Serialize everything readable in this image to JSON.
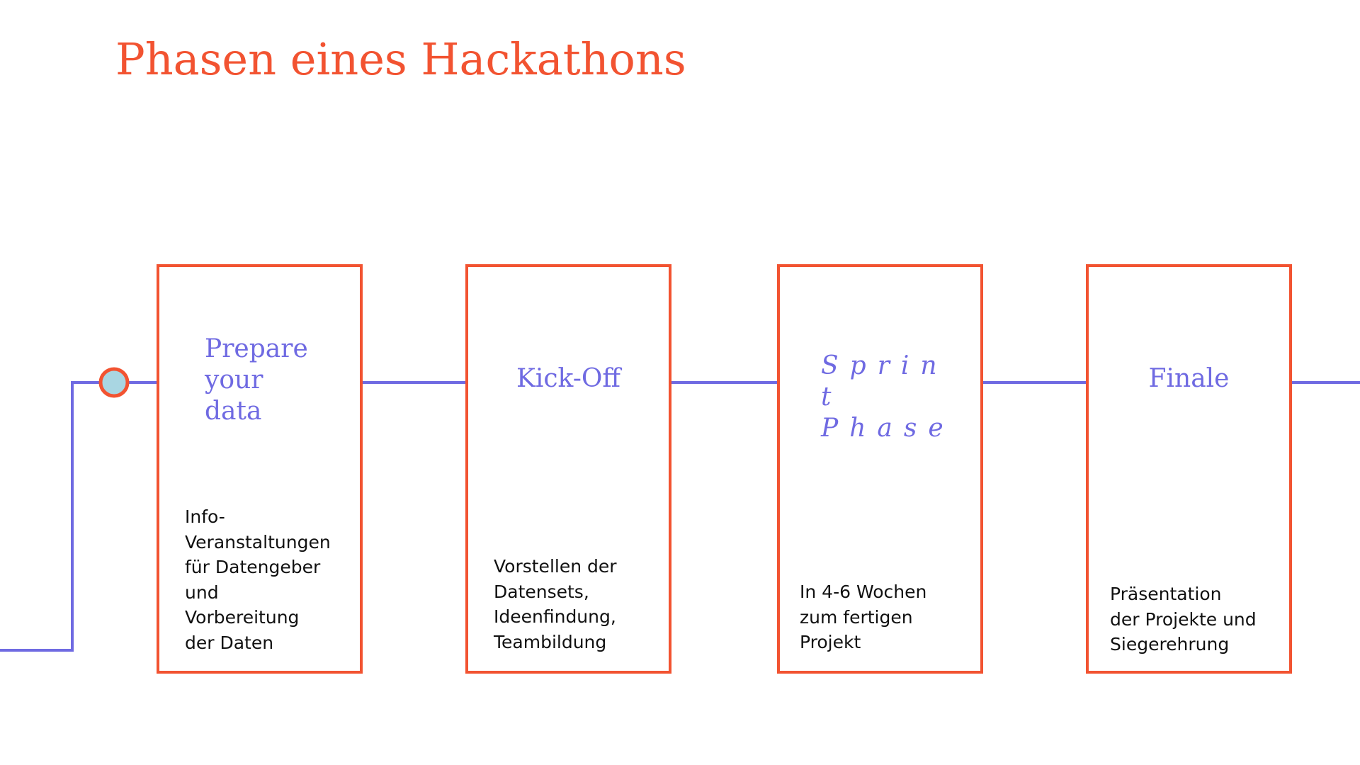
{
  "slide": {
    "title": "Phasen eines Hackathons"
  },
  "colors": {
    "accent": "#f25331",
    "line": "#6f6ae2",
    "marker_fill": "#a9d6e2",
    "text": "#111111"
  },
  "phases": [
    {
      "title": "Prepare\nyour\ndata",
      "description": "Info-\nVeranstaltungen\nfür Datengeber\nund\nVorbereitung\nder Daten"
    },
    {
      "title": "Kick-Off",
      "description": "Vorstellen der\nDatensets,\nIdeenfindung,\nTeambildung"
    },
    {
      "title": "Sprin\nt\nPhase",
      "description": "In 4-6 Wochen\nzum fertigen\nProjekt"
    },
    {
      "title": "Finale",
      "description": "Präsentation\nder Projekte und\nSiegerehrung"
    }
  ]
}
